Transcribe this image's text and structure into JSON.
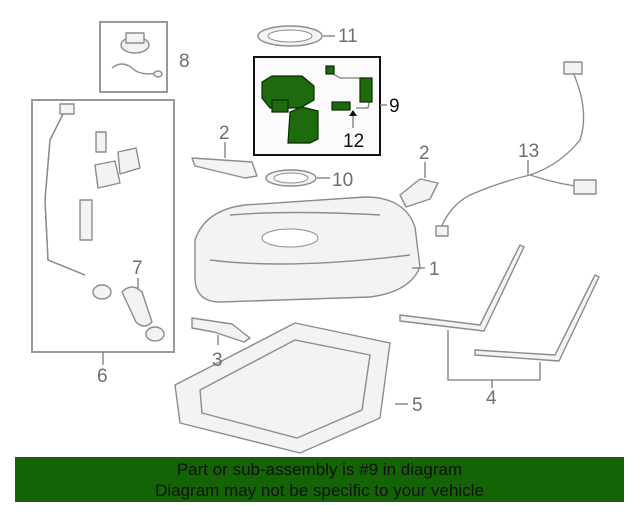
{
  "diagram": {
    "callouts": {
      "c1": "1",
      "c2a": "2",
      "c2b": "2",
      "c3": "3",
      "c4": "4",
      "c5": "5",
      "c6": "6",
      "c7": "7",
      "c8": "8",
      "c9": "9",
      "c10": "10",
      "c11": "11",
      "c12": "12",
      "c13": "13"
    },
    "highlight_color": "#1d6b0c"
  },
  "banner": {
    "line1": "Part or sub-assembly is #9 in diagram",
    "line2": "Diagram may not be specific to your vehicle",
    "color": "#146405"
  }
}
